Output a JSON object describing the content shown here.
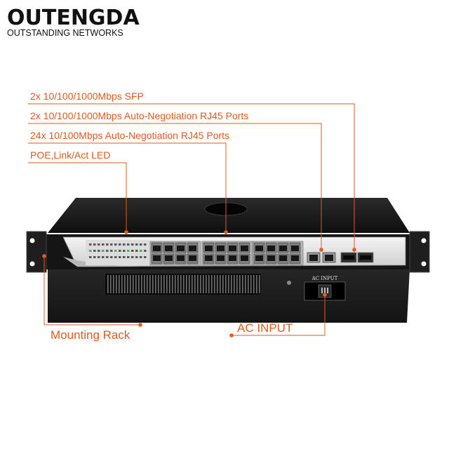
{
  "brand": {
    "name": "OUTENGDA",
    "tagline": "OUTSTANDING NETWORKS"
  },
  "callouts": {
    "sfp": "2x 10/100/1000Mbps SFP",
    "rj45_gig": "2x 10/100/1000Mbps Auto-Negotiation RJ45 Ports",
    "rj45_fast": "24x 10/100Mbps Auto-Negotiation RJ45 Ports",
    "led": "POE,Link/Act LED",
    "rack": "Mounting Rack",
    "ac": "AC INPUT"
  },
  "device": {
    "ac_label": "AC INPUT"
  },
  "colors": {
    "accent": "#e35a1e",
    "chassis": "#1b1b1b",
    "panel": "#e9e9e9"
  }
}
